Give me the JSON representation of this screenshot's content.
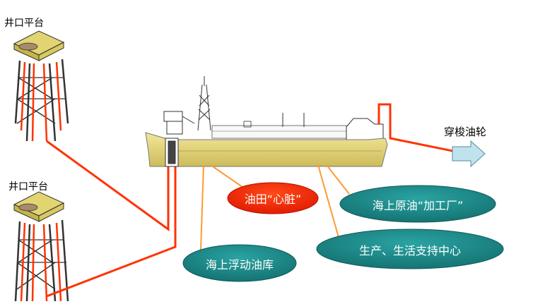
{
  "labels": {
    "platform_top": "井口平台",
    "platform_bottom": "井口平台",
    "shuttle_tanker": "穿梭油轮",
    "heart": "油田“心脏”",
    "processing_plant": "海上原油“加工厂”",
    "storage": "海上浮动油库",
    "support_center": "生产、生活支持中心"
  },
  "colors": {
    "pipe": "#ff3300",
    "hull": "#e8d97a",
    "heart_fill": "#ff2a00",
    "teal_fill": "#1f8f8f",
    "arrow_fill": "#bfe3ec",
    "leader": "#ff9933"
  }
}
